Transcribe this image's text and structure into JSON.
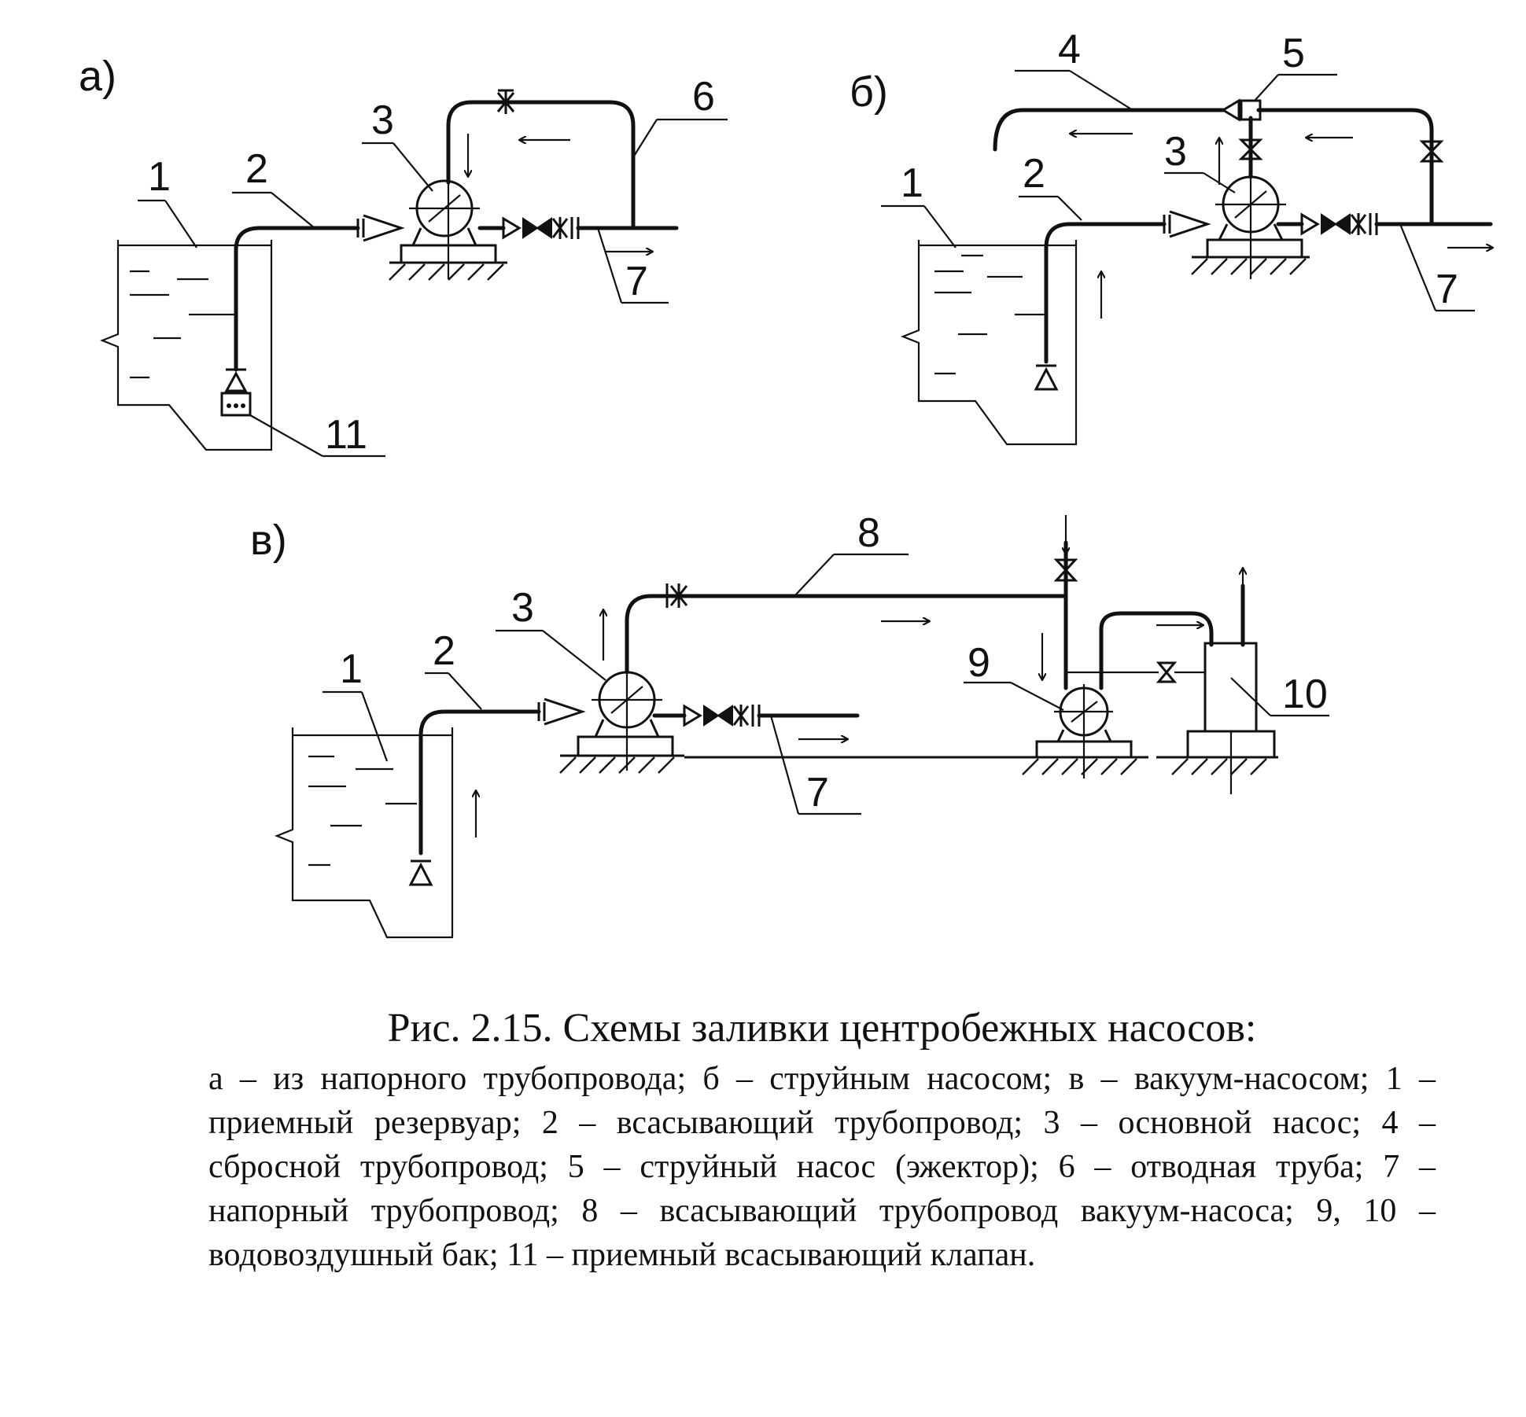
{
  "diagram": {
    "sections": {
      "a": "а)",
      "b": "б)",
      "c": "в)"
    },
    "labels": {
      "a": [
        "1",
        "2",
        "3",
        "6",
        "7",
        "11"
      ],
      "b": [
        "1",
        "2",
        "3",
        "4",
        "5",
        "7"
      ],
      "c": [
        "1",
        "2",
        "3",
        "7",
        "8",
        "9",
        "10"
      ]
    }
  },
  "caption": {
    "title": "Рис. 2.15. Схемы заливки центробежных насосов:",
    "text": "а – из напорного трубопровода; б – струйным насосом; в – вакуум-насосом; 1 – приемный резервуар; 2 – всасывающий трубопровод; 3 – основной насос; 4 – сбросной трубопровод; 5 – струйный насос (эжектор); 6 – отводная труба; 7 – напорный трубопровод; 8 – всасывающий трубопровод вакуум-насоса; 9, 10 – водовоздушный бак; 11 – приемный всасывающий клапан."
  }
}
